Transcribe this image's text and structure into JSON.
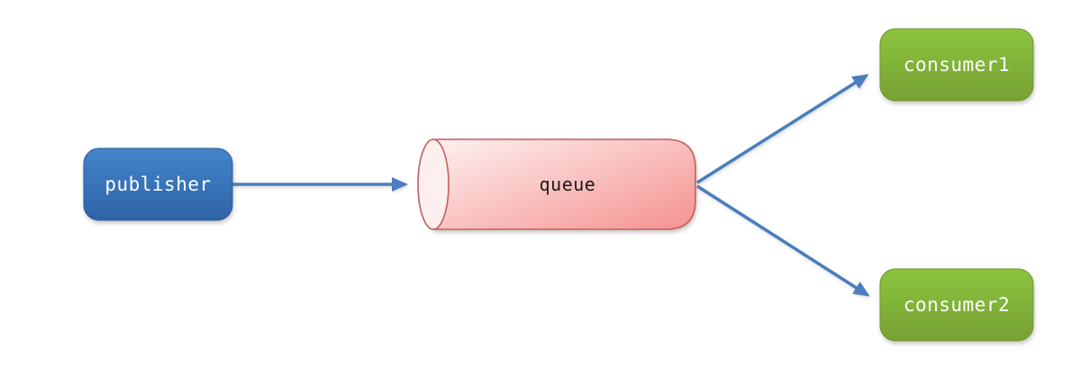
{
  "diagram": {
    "type": "flow-diagram",
    "description": "publisher to queue fan-out to two consumers",
    "background": "#ffffff",
    "arrow_color": "#4a7ebd",
    "nodes": {
      "publisher": {
        "label": "publisher",
        "shape": "rounded-rect",
        "fill_top": "#4484cb",
        "fill_bottom": "#2d63a5",
        "border": "#2b5c99",
        "text_color": "#ffffff"
      },
      "queue": {
        "label": "queue",
        "shape": "horizontal-cylinder",
        "fill_light": "#fdf1f0",
        "fill_dark": "#f59694",
        "cap_fill": "#fcf0ef",
        "border": "#c2605e",
        "text_color": "#1a1a1a"
      },
      "consumer1": {
        "label": "consumer1",
        "shape": "rounded-rect",
        "fill_top": "#8bc43e",
        "fill_bottom": "#78a134",
        "border": "#74972f",
        "text_color": "#ffffff"
      },
      "consumer2": {
        "label": "consumer2",
        "shape": "rounded-rect",
        "fill_top": "#8bc43e",
        "fill_bottom": "#78a134",
        "border": "#74972f",
        "text_color": "#ffffff"
      }
    },
    "edges": [
      {
        "from": "publisher",
        "to": "queue"
      },
      {
        "from": "queue",
        "to": "consumer1"
      },
      {
        "from": "queue",
        "to": "consumer2"
      }
    ]
  }
}
